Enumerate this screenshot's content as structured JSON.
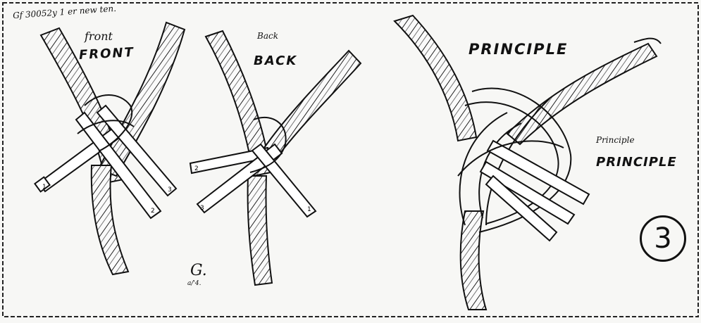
{
  "labels": {
    "note": "Gf 30052y 1 er new ten.",
    "front_hand": "front",
    "front_caps": "FRONT",
    "back_hand": "Back",
    "back_caps": "BACK",
    "principle_top": "PRINCIPLE",
    "principle_hand": "Principle",
    "principle_right": "PRINCIPLE",
    "sig": "G.",
    "sig_sub": "a/'4.",
    "step": "3"
  },
  "strand_numbers": {
    "front_left": "1",
    "front_mid": "2",
    "front_right": "3",
    "back_top": "2",
    "back_left": "3",
    "back_right": "1"
  },
  "colors": {
    "ink": "#111111",
    "paper": "#f7f7f5"
  }
}
